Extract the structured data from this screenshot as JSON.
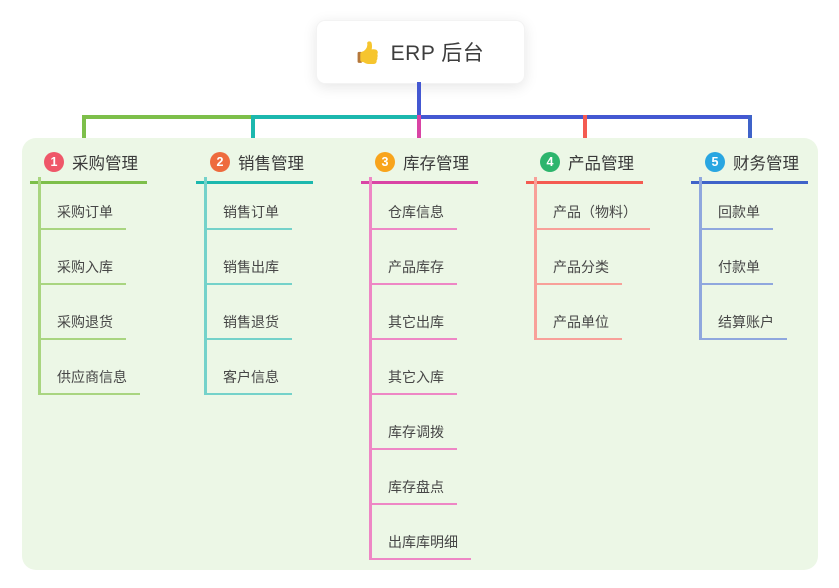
{
  "root": {
    "title": "ERP 后台",
    "icon": "thumbs-up-icon",
    "icon_color": "#f6c52e",
    "icon_cuff_color": "#b5773a"
  },
  "canvas": {
    "background": "#ffffff",
    "panel_background": "#ecf7e6",
    "trunk_color": "#4458d2",
    "root_text_color": "#3d3d3d"
  },
  "branches": [
    {
      "number": "1",
      "label": "采购管理",
      "colors": {
        "badge": "#ef5769",
        "line": "#7dbf4a",
        "line_light": "#a9d580"
      },
      "children": [
        "采购订单",
        "采购入库",
        "采购退货",
        "供应商信息"
      ]
    },
    {
      "number": "2",
      "label": "销售管理",
      "colors": {
        "badge": "#ee6b3e",
        "line": "#1cb8ae",
        "line_light": "#74d2ca"
      },
      "children": [
        "销售订单",
        "销售出库",
        "销售退货",
        "客户信息"
      ]
    },
    {
      "number": "3",
      "label": "库存管理",
      "colors": {
        "badge": "#f8a41c",
        "line": "#d944a5",
        "line_light": "#ee87c5"
      },
      "children": [
        "仓库信息",
        "产品库存",
        "其它出库",
        "其它入库",
        "库存调拨",
        "库存盘点",
        "出库库明细"
      ]
    },
    {
      "number": "4",
      "label": "产品管理",
      "colors": {
        "badge": "#2db56d",
        "line": "#f45b51",
        "line_light": "#f8a099"
      },
      "children": [
        "产品（物料）",
        "产品分类",
        "产品单位"
      ]
    },
    {
      "number": "5",
      "label": "财务管理",
      "colors": {
        "badge": "#29a6e1",
        "line": "#3f63c9",
        "line_light": "#8fa7de"
      },
      "children": [
        "回款单",
        "付款单",
        "结算账户"
      ]
    }
  ]
}
